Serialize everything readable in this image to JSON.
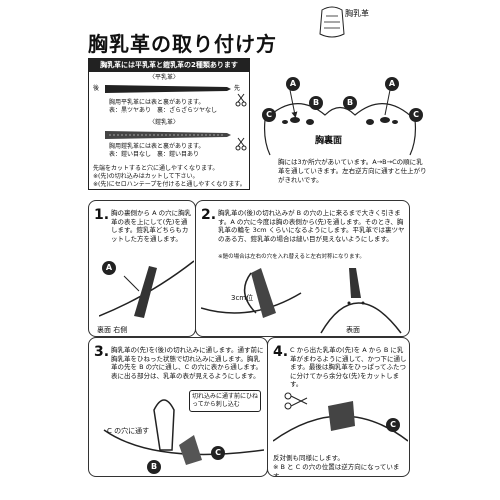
{
  "title": "胸乳革の取り付け方",
  "top_label": "胸乳革",
  "info": {
    "header": "胸乳革には平乳革と鎧乳革の2種類あります",
    "flat_name": "〈平乳革〉",
    "back_label": "後",
    "front_label": "先",
    "flat_line1": "胸用平乳革には表と裏があります。",
    "flat_line2": "表：黒ツヤあり　裏：ざらざらツヤなし",
    "armor_name": "〈鎧乳革〉",
    "armor_line1": "胸用鎧乳革には表と裏があります。",
    "armor_line2": "表：鎧い目なし　裏：鎧い目あり",
    "note1": "先端をカットすると穴に通しやすくなります。",
    "note2": "※(先)の切れ込みはカットして下さい。",
    "note3": "※(先)にセロハンテープを付けると通しやすくなります。"
  },
  "right": {
    "heading": "胸裏面",
    "note": "胸には3か所穴があいています。A→B→Cの順に乳革を通していきます。左右逆方向に通すと仕上がりがきれいです。",
    "label_a": "A",
    "label_b": "B",
    "label_c": "C"
  },
  "step1": {
    "num": "1.",
    "text": "胸の裏側から A の穴に胸乳革の表を上にして(先)を通します。鎧乳革どちらもカットした方を通します。",
    "label_a": "A",
    "caption": "裏面 右側"
  },
  "step2": {
    "num": "2.",
    "text": "胸乳革の(後)の切れ込みが B の穴の上に来るまで大きく引きます。A の穴に今度は胸の表側から(先)を通します。そのとき、胸乳革の輪を 3cm くらいになるようにします。平乳革では裏ツヤのある方、鎧乳革の場合は縫い目が見えないようにします。",
    "sub": "※鎧の場合は左右の穴を入れ替えると左右対称になります。",
    "measure": "3cm位",
    "caption": "表面"
  },
  "step3": {
    "num": "3.",
    "text": "胸乳革の(先)を(後)の切れ込みに通します。通す前に胸乳革をひねった状態で切れ込みに通します。胸乳革の先を B の穴に通し、C の穴に表から通します。表に出る部分は、乳革の表が見えるようにします。",
    "bubble": "切れ込みに通す前にひねってから刺し込む",
    "c_note": "C の穴に通す",
    "label_b": "B",
    "label_c": "C"
  },
  "step4": {
    "num": "4.",
    "text": "C から出た乳革の(先)を A から B に乳革がまわるように通して、かつ下に通します。最後は胸乳革をひっぱってふたつに分けてから余分な(先)をカットします。",
    "note1": "反対側も同様にします。",
    "note2": "※ B と C の穴の位置は逆方向になっています。",
    "label_c": "C"
  }
}
